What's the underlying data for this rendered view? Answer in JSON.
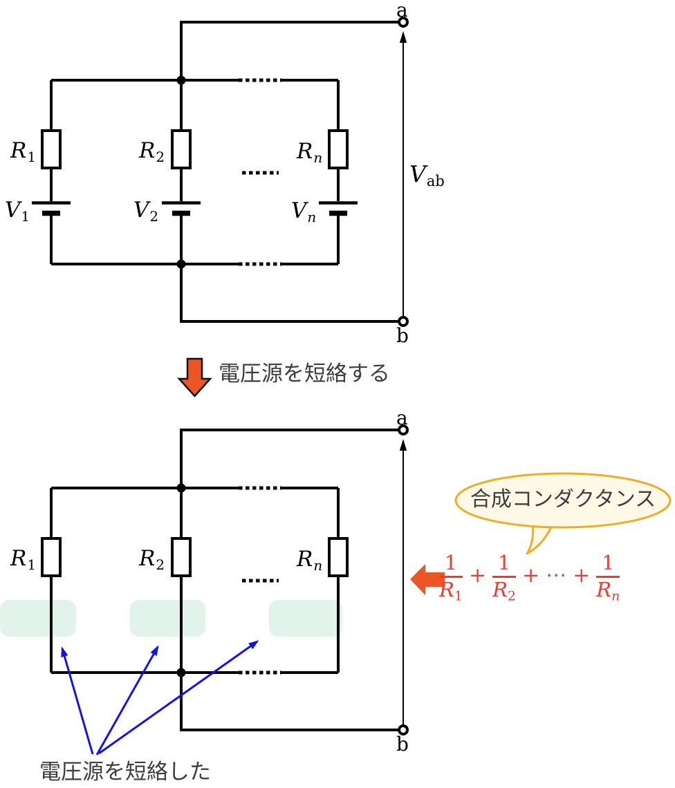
{
  "colors": {
    "accent_orange": "#ec5526",
    "formula_red": "#f5372d",
    "pointer_blue": "#1313e8",
    "highlight_green": "#e1f3ea",
    "bubble_fill": "#fdf9e6",
    "bubble_stroke": "#f0ad24",
    "text_gray": "#3d3d3d"
  },
  "top_circuit": {
    "terminal_a": "a",
    "terminal_b": "b",
    "resistors": [
      {
        "base": "R",
        "sub": "1"
      },
      {
        "base": "R",
        "sub": "2"
      },
      {
        "base": "R",
        "sub": "n"
      }
    ],
    "sources": [
      {
        "base": "V",
        "sub": "1"
      },
      {
        "base": "V",
        "sub": "2"
      },
      {
        "base": "V",
        "sub": "n"
      }
    ],
    "vab": {
      "base": "V",
      "sub": "ab"
    }
  },
  "step": {
    "label": "電圧源を短絡する"
  },
  "bottom_circuit": {
    "terminal_a": "a",
    "terminal_b": "b",
    "resistors": [
      {
        "base": "R",
        "sub": "1"
      },
      {
        "base": "R",
        "sub": "2"
      },
      {
        "base": "R",
        "sub": "n"
      }
    ],
    "note": "電圧源を短絡した",
    "callout": {
      "label": "合成コンダクタンス"
    },
    "formula": {
      "numerator": "1",
      "plus": "+",
      "cdots": "⋯",
      "denominators": [
        {
          "base": "R",
          "sub": "1"
        },
        {
          "base": "R",
          "sub": "2"
        },
        {
          "base": "R",
          "sub": "n"
        }
      ]
    }
  }
}
